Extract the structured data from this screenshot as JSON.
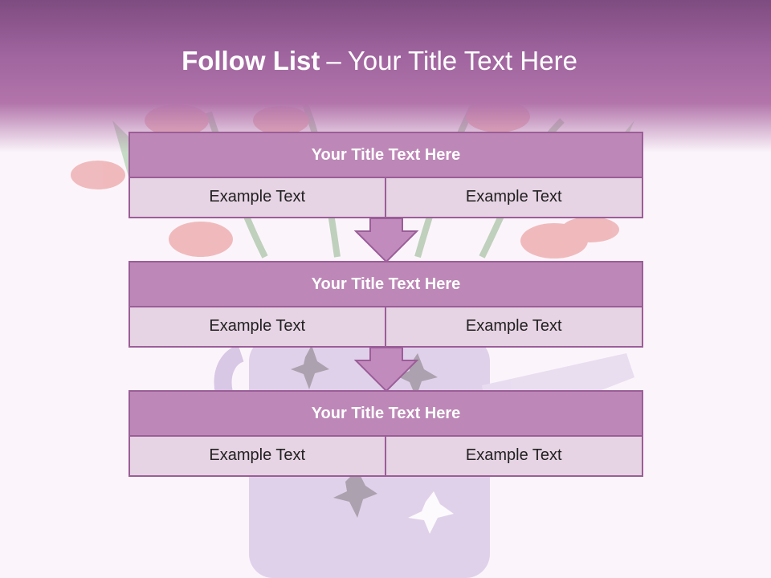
{
  "slide": {
    "title_bold": "Follow List",
    "title_separator": "–",
    "title_rest": "Your Title Text Here"
  },
  "steps": [
    {
      "title": "Your Title Text Here",
      "left": "Example Text",
      "right": "Example Text"
    },
    {
      "title": "Your Title Text Here",
      "left": "Example Text",
      "right": "Example Text"
    },
    {
      "title": "Your Title Text Here",
      "left": "Example Text",
      "right": "Example Text"
    }
  ],
  "colors": {
    "header": "#a0659f",
    "box_header": "#bd88b7",
    "box_cell": "#e6d3e3",
    "border": "#9b5d98",
    "arrow": "#c28bbe"
  }
}
